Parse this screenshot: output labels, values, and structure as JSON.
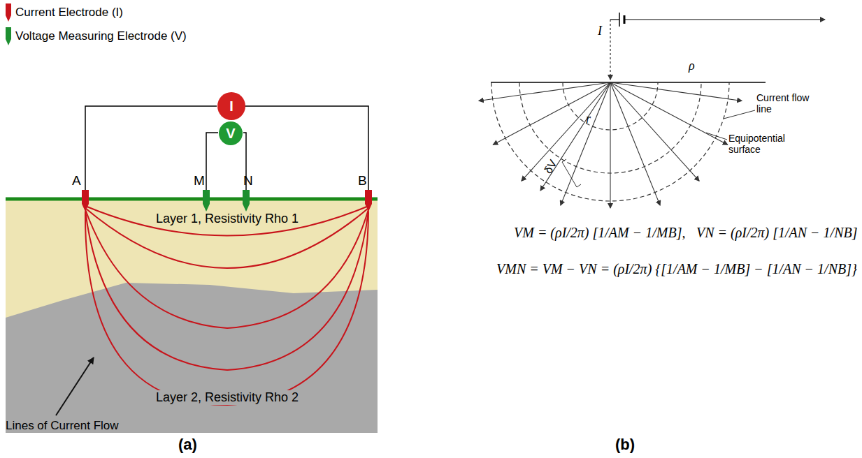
{
  "diagram": {
    "nodes": [
      {
        "text": [
          "I"
        ]
      },
      {
        "text": [
          "V"
        ]
      }
    ],
    "labels": [
      "A",
      "M",
      "N",
      "B",
      "Layer 1, Resistivity Rho 1",
      "Layer 2, Resistivity Rho 2",
      "Lines of Current Flow",
      "(a)",
      "I",
      "ρ",
      "r",
      "δV",
      "Current flow line",
      "Equipotential surface",
      "VM = (ρI/2π) [1/AM − 1/MB],",
      "VN = (ρI/2π) [1/AN − 1/NB]",
      "VMN = VM − VN = (ρI/2π) {[1/AM − 1/MB] − [1/AN − 1/NB]}",
      "(b)"
    ],
    "legend": [
      {
        "text": "Current Electrode (I)",
        "color": "#c8141b"
      },
      {
        "text": "Voltage Measuring Electrode (V)",
        "color": "#1d8f30"
      }
    ]
  }
}
